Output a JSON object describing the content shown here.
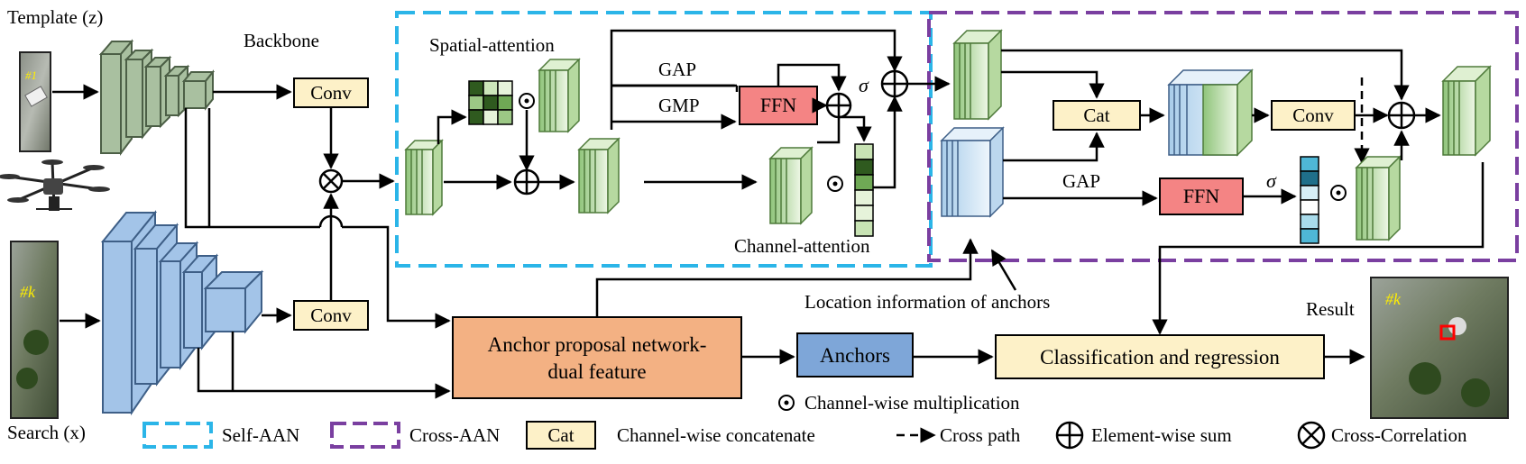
{
  "labels": {
    "template": "Template (z)",
    "search": "Search (x)",
    "backbone": "Backbone",
    "spatial_attention": "Spatial-attention",
    "channel_attention": "Channel-attention",
    "location_info": "Location information of anchors",
    "result": "Result",
    "template_tag": "#1",
    "search_tag": "#k",
    "result_tag": "#k"
  },
  "boxes": {
    "conv_top": "Conv",
    "conv_bottom": "Conv",
    "conv_cross": "Conv",
    "ffn_self": "FFN",
    "ffn_cross": "FFN",
    "cat": "Cat",
    "anchor_net_line1": "Anchor proposal network-",
    "anchor_net_line2": "dual feature",
    "anchors": "Anchors",
    "cls_reg": "Classification and regression"
  },
  "ops": {
    "gap_self": "GAP",
    "gmp_self": "GMP",
    "gap_cross": "GAP",
    "sigma_self": "σ",
    "sigma_cross": "σ"
  },
  "legend": {
    "channel_mult": "Channel-wise multiplication",
    "self_aan": "Self-AAN",
    "cross_aan": "Cross-AAN",
    "cat_box": "Cat",
    "channel_concat": "Channel-wise concatenate",
    "cross_path": "Cross path",
    "elem_sum": "Element-wise sum",
    "cross_corr": "Cross-Correlation"
  },
  "colors": {
    "self_aan_border": "#2bb5e8",
    "cross_aan_border": "#7a3fa0",
    "conv_fill": "#fdf1c8",
    "ffn_fill": "#f48484",
    "anchor_net_fill": "#f3b183",
    "anchors_fill": "#7ea6d8",
    "cls_fill": "#fdf1c8",
    "green_stack": "#c7e4b0",
    "blue_stack": "#cfe3f5",
    "template_backbone": "#a9c0a0",
    "search_backbone": "#a3c4e8",
    "result_box": "#ff0000"
  }
}
